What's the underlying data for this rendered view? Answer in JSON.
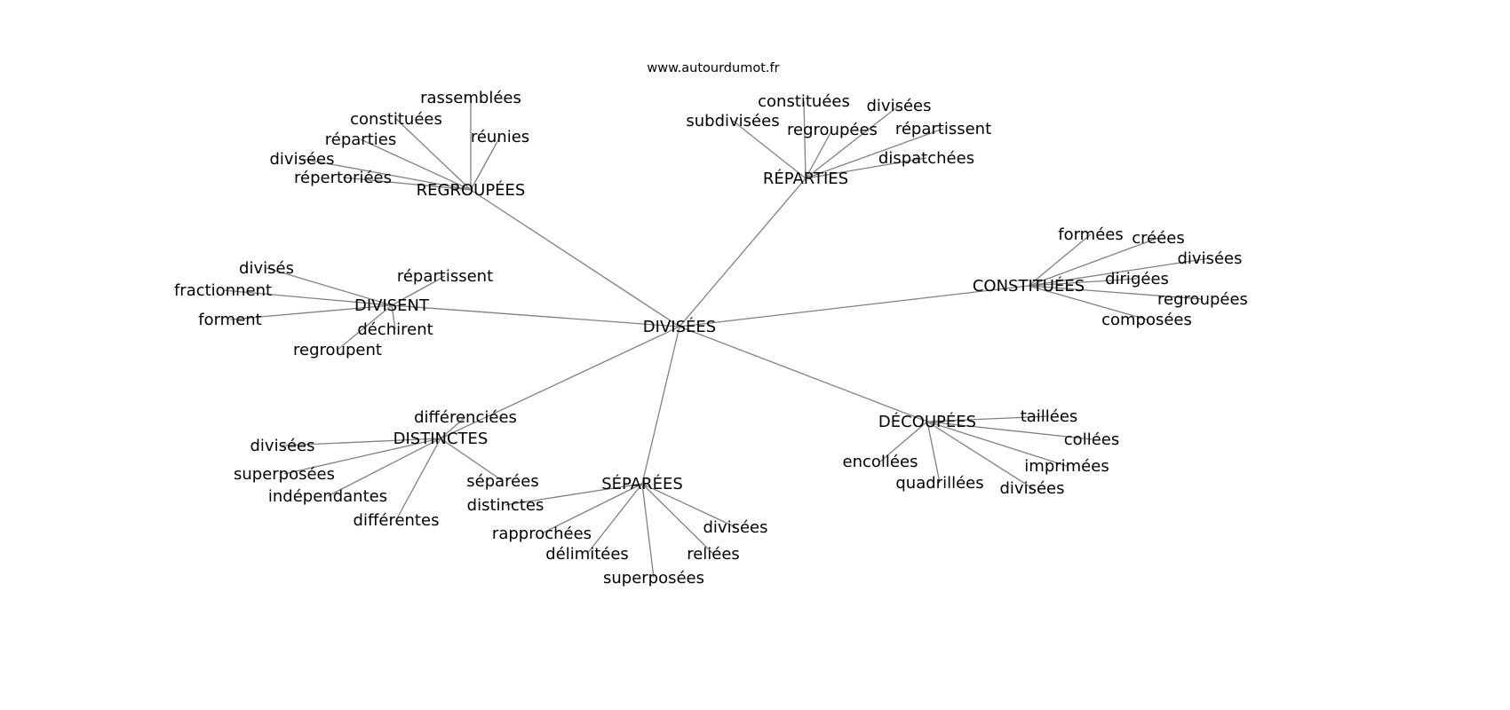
{
  "title": "www.autourdumot.fr",
  "root": "DIVISÉES",
  "clusters": [
    {
      "label": "REGROUPÉES",
      "children": [
        "constituées",
        "rassemblées",
        "réunies",
        "réparties",
        "divisées",
        "répertoriées"
      ]
    },
    {
      "label": "RÉPARTIES",
      "children": [
        "subdivisées",
        "constituées",
        "divisées",
        "regroupées",
        "répartissent",
        "dispatchées"
      ]
    },
    {
      "label": "CONSTITUÉES",
      "children": [
        "formées",
        "créées",
        "divisées",
        "dirigées",
        "regroupées",
        "composées"
      ]
    },
    {
      "label": "DIVISENT",
      "children": [
        "divisés",
        "fractionnent",
        "forment",
        "répartissent",
        "déchirent",
        "regroupent"
      ]
    },
    {
      "label": "DISTINCTES",
      "children": [
        "différenciées",
        "divisées",
        "superposées",
        "indépendantes",
        "différentes",
        "séparées"
      ]
    },
    {
      "label": "SÉPARÉES",
      "children": [
        "distinctes",
        "rapprochées",
        "délimitées",
        "superposées",
        "divisées",
        "reliées"
      ]
    },
    {
      "label": "DÉCOUPÉES",
      "children": [
        "taillées",
        "collées",
        "imprimées",
        "divisées",
        "quadrillées",
        "encollées"
      ]
    }
  ]
}
